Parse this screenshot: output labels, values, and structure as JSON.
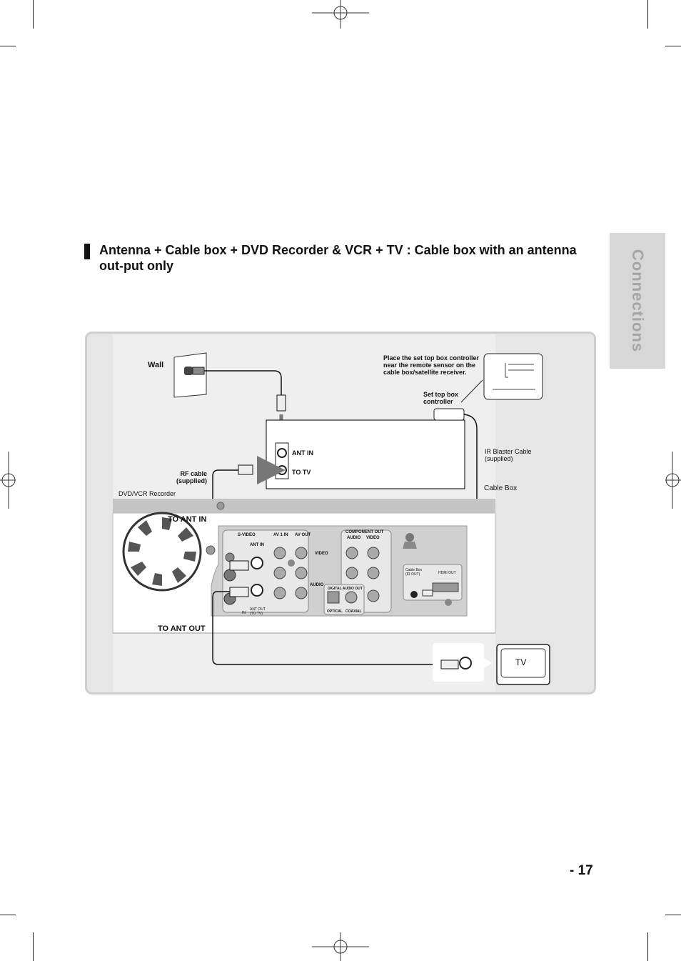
{
  "side_tab": {
    "label": "Connections"
  },
  "heading": {
    "text": "Antenna + Cable box + DVD Recorder & VCR + TV : Cable box with an antenna out-put only"
  },
  "diagram": {
    "wall": "Wall",
    "controller_note": "Place the set top box controller near the remote sensor on the cable box/satellite receiver.",
    "set_top_box_controller": "Set top box controller",
    "ant_in": "ANT IN",
    "to_tv": "TO TV",
    "rf_cable": "RF cable (supplied)",
    "ir_blaster": "IR Blaster Cable (supplied)",
    "cable_box": "Cable Box",
    "dvd_vcr_recorder": "DVD/VCR Recorder",
    "to_ant_in": "TO ANT IN",
    "to_ant_out": "TO ANT OUT",
    "tv": "TV",
    "panel_labels": {
      "s_video": "S-VIDEO",
      "av1_in": "AV 1 IN",
      "av_out": "AV OUT",
      "component_out": "COMPONENT OUT",
      "audio": "AUDIO",
      "video": "VIDEO",
      "video_side": "VIDEO",
      "audio_side": "AUDIO",
      "ant_in": "ANT IN",
      "ant_out": "ANT OUT (TO TV)",
      "in": "IN",
      "digital_audio_out": "DIGITAL AUDIO OUT",
      "optical": "OPTICAL",
      "coaxial": "COAXIAL",
      "cable_box_ir": "Cable Box (IR OUT)",
      "hdmi_out": "HDMI OUT"
    }
  },
  "page": {
    "number": "- 17"
  }
}
